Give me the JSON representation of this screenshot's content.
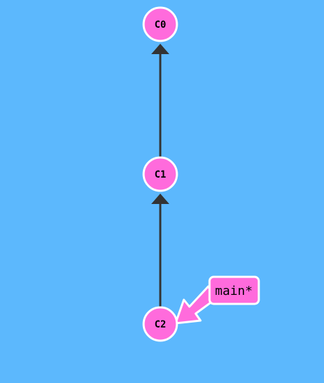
{
  "colors": {
    "background": "#5cb8fd",
    "node_fill": "#ff6bdc",
    "node_stroke": "#ffffff",
    "edge": "#333333",
    "text": "#000000"
  },
  "commits": [
    {
      "id": "C0",
      "label": "C0",
      "parent": null
    },
    {
      "id": "C1",
      "label": "C1",
      "parent": "C0"
    },
    {
      "id": "C2",
      "label": "C2",
      "parent": "C1"
    }
  ],
  "branches": [
    {
      "name": "main*",
      "target": "C2",
      "current": true
    }
  ]
}
